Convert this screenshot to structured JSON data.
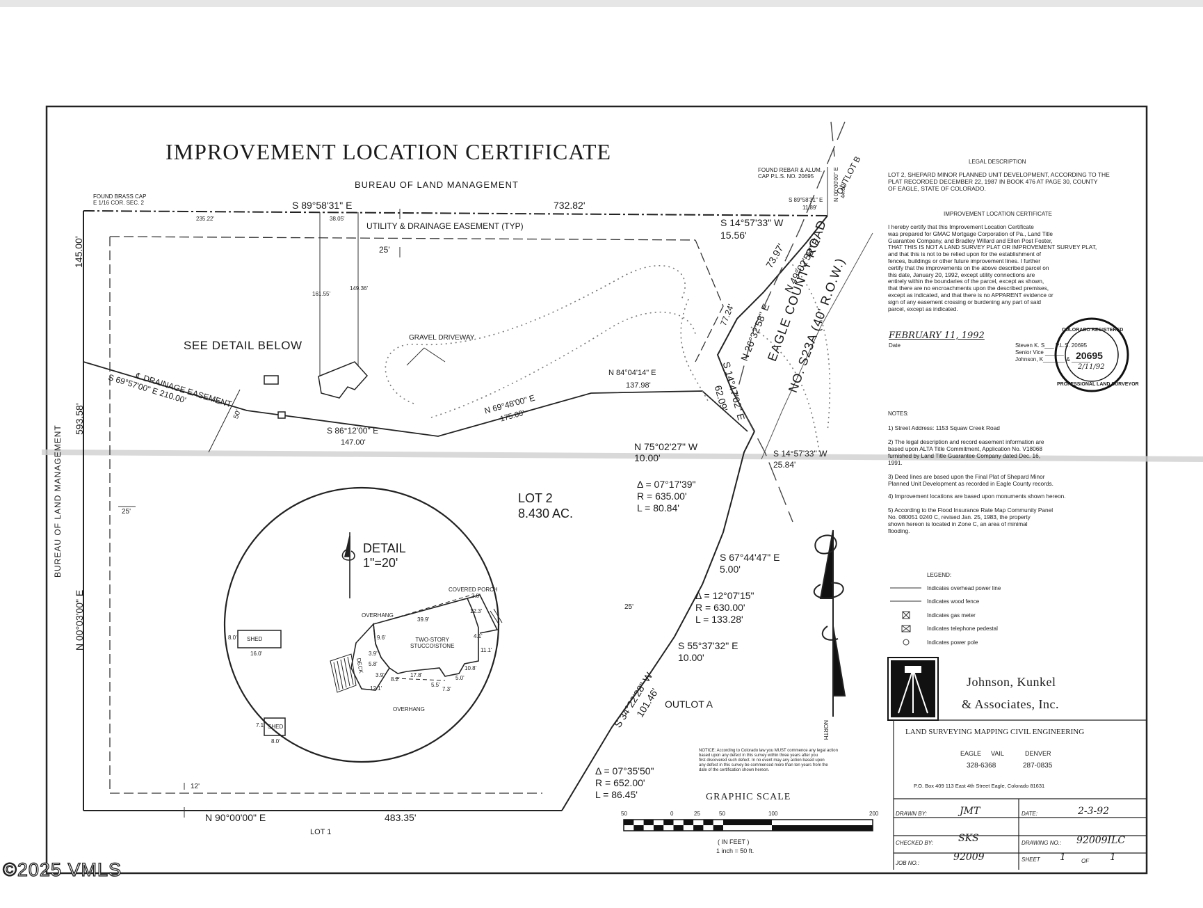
{
  "title": "IMPROVEMENT LOCATION CERTIFICATE",
  "plan_labels": {
    "blm_top": "BUREAU OF LAND MANAGEMENT",
    "blm_left": "BUREAU OF LAND MANAGEMENT",
    "brass_cap": "FOUND BRASS CAP\nE 1/16 COR. SEC. 2",
    "rebar": "FOUND REBAR & ALUM.\nCAP P.L.S. NO. 20695",
    "top_bearing": "S 89°58'31\" E",
    "top_distance": "732.82'",
    "dim_235": "235.22'",
    "dim_38": "38.05'",
    "utility_easement": "UTILITY & DRAINAGE EASEMENT (TYP)",
    "setback_25_top": "25'",
    "dim_145": "145.00'",
    "dim_161": "161.55'",
    "dim_149": "149.36'",
    "see_detail": "SEE DETAIL BELOW",
    "gravel_driveway": "GRAVEL DRIVEWAY",
    "drainage_easement": "℄ DRAINAGE EASEMENT",
    "b_69_57": "S 69°57'00\" E  210.00'",
    "dim_50": "50'",
    "b_86_12": "S 86°12'00\" E",
    "d_147": "147.00'",
    "b_69_48": "N 69°48'00\" E",
    "d_175": "175.00'",
    "b_84_04": "N 84°04'14\" E",
    "d_137": "137.98'",
    "b_14_57_top": "S 14°57'33\" W",
    "d_15_56": "15.56'",
    "d_73_97": "73.97'",
    "b_49_02": "N 49°02'58\" E",
    "d_77_24": "77.24'",
    "b_26_32": "N 26°32'58\" E",
    "b_14_47": "S 14°47'02\" E",
    "d_62_09": "62.09'",
    "eagle_county_road": "EAGLE COUNTY ROAD",
    "road_no": "NO. S23A (40' R.O.W.)",
    "outlot_b": "OUTLOT B",
    "b_89_58_small": "S 89°58'31\" E",
    "d_11_89": "11.89'",
    "b_00_00": "N 00°00'00\" E",
    "d_44": "44.00'",
    "b_75_02": "N 75°02'27\" W",
    "d_10_00_a": "10.00'",
    "b_14_57_mid": "S 14°57'33\" W",
    "d_25_84": "25.84'",
    "curve1": [
      "Δ = 07°17'39\"",
      "R = 635.00'",
      "L = 80.84'"
    ],
    "lot2": "LOT 2",
    "lot2_area": "8.430 AC.",
    "b_67_44": "S 67°44'47\" E",
    "d_5_00": "5.00'",
    "curve2": [
      "Δ = 12°07'15\"",
      "R = 630.00'",
      "L = 133.28'"
    ],
    "setback_25_mid": "25'",
    "b_55_37": "S 55°37'32\" E",
    "d_10_00_b": "10.00'",
    "b_34_22": "S 34°22'28\" W",
    "d_101": "101.46'",
    "outlot_a": "OUTLOT A",
    "curve3": [
      "Δ = 07°35'50\"",
      "R = 652.00'",
      "L = 86.45'"
    ],
    "setback_25_left": "25'",
    "setback_12": "12'",
    "bottom_bearing": "N 90°00'00\" E",
    "bottom_distance": "483.35'",
    "lot1": "LOT 1",
    "left_bearing": "N 00°03'00\" E",
    "left_distance": "593.58'",
    "north": "NORTH"
  },
  "detail": {
    "title": "DETAIL",
    "scale": "1\"=20'",
    "covered_porch": "COVERED PORCH",
    "overhang_top": "OVERHANG",
    "overhang_bottom": "OVERHANG",
    "house": "TWO-STORY\nSTUCCO\\STONE",
    "deck": "DECK",
    "shed1": "SHED",
    "shed1_w": "16.0'",
    "shed1_h": "8.0'",
    "shed2": "SHED",
    "shed2_w": "8.0'",
    "shed2_h": "7.1'",
    "dims": [
      "39.9'",
      "3.8'",
      "12.3'",
      "4.1'",
      "11.1'",
      "10.8'",
      "5.0'",
      "7.3'",
      "5.5'",
      "17.8'",
      "8.2'",
      "3.9'",
      "12.1'",
      "5.8'",
      "3.9'",
      "9.6'"
    ]
  },
  "legal": {
    "heading": "LEGAL DESCRIPTION",
    "text": "LOT 2, SHEPARD MINOR PLANNED UNIT DEVELOPMENT, ACCORDING TO THE\nPLAT RECORDED DECEMBER 22, 1987 IN BOOK 476 AT PAGE 30, COUNTY\nOF EAGLE, STATE OF COLORADO.",
    "ilc_heading": "IMPROVEMENT LOCATION CERTIFICATE",
    "cert": "I hereby certify that this Improvement Location Certificate\nwas prepared for GMAC Mortgage Corporation of Pa., Land Title\nGuarantee Company, and Bradley Willard and Ellen Post Foster,\nTHAT THIS IS NOT A LAND SURVEY PLAT OR IMPROVEMENT SURVEY PLAT,\nand that this is not to be relied upon for the establishment of\nfences, buildings or other future improvement lines.  I further\ncertify that the improvements on the above described parcel on\nthis date, January 20, 1992, except utility connections are\nentirely within the boundaries of the parcel, except as shown,\nthat there are no encroachments upon the described premises,\nexcept as indicated, and that there is no APPARENT evidence or\nsign of any easement crossing or burdening any part of said\nparcel, except as indicated.",
    "sig_date": "FEBRUARY 11, 1992",
    "date_label": "Date",
    "signer": "Steven K. S___ P.L.S. 20695\nSenior Vice ______\nJohnson, K_______ & ______",
    "seal_top": "COLORADO REGISTERED",
    "seal_no": "20695",
    "seal_date": "2/11/92",
    "seal_bottom": "PROFESSIONAL LAND SURVEYOR"
  },
  "notes": {
    "heading": "NOTES:",
    "items": [
      "1)  Street Address:  1153 Squaw Creek Road",
      "2)  The legal description and record easement information are\n      based upon ALTA Title Commitment, Application No. V18068\n      furnished by Land Title Guarantee Company dated Dec. 16,\n      1991.",
      "3)  Deed lines are based upon the Final Plat of Shepard Minor\n      Planned Unit Development as recorded in Eagle County records.",
      "4)  Improvement locations are based upon monuments shown hereon.",
      "5)  According to the Flood Insurance Rate Map Community Panel\n      No. 080051 0240 C, revised Jan. 25, 1983, the property\n      shown hereon is located in Zone C, an area of minimal\n      flooding."
    ]
  },
  "legend": {
    "heading": "LEGEND:",
    "items": [
      {
        "sym": "—— P ——",
        "text": "Indicates overhead power line"
      },
      {
        "sym": "—— □ ——",
        "text": "Indicates wood fence"
      },
      {
        "sym": "⊠",
        "text": "Indicates gas meter"
      },
      {
        "sym": "⊠",
        "text": "Indicates telephone pedestal"
      },
      {
        "sym": "○",
        "text": "Indicates power pole"
      }
    ]
  },
  "notice": "NOTICE: According to Colorado law you MUST commence any legal action\nbased upon any defect in this survey within three years after you\nfirst discovered such defect.  In no event may any action based upon\nany defect in this survey be commenced more than ten years from the\ndate of the certification shown hereon.",
  "scale": {
    "title": "GRAPHIC SCALE",
    "ticks": [
      "50",
      "0",
      "25",
      "50",
      "100",
      "200"
    ],
    "unit": "( IN FEET )",
    "ratio": "1 inch = 50  ft."
  },
  "firm": {
    "name1": "Johnson, Kunkel",
    "name2": "& Associates, Inc.",
    "services": "LAND SURVEYING   MAPPING   CIVIL ENGINEERING",
    "offices": [
      "EAGLE",
      "VAIL",
      "DENVER"
    ],
    "phones": [
      "328-6368",
      "287-0835"
    ],
    "address": "P.O. Box 409  113 East 4th Street  Eagle, Colorado 81631"
  },
  "titleblock": {
    "drawn_by_label": "DRAWN BY:",
    "drawn_by": "JMT",
    "date_label": "DATE:",
    "date": "2-3-92",
    "checked_by_label": "CHECKED BY:",
    "checked_by": "SKS",
    "drawing_no_label": "DRAWING NO.:",
    "drawing_no": "92009ILC",
    "job_no_label": "JOB NO.:",
    "job_no": "92009",
    "sheet_label": "SHEET",
    "sheet": "1",
    "of_label": "OF",
    "sheet_total": "1"
  },
  "watermark": "©2025 VMLS"
}
